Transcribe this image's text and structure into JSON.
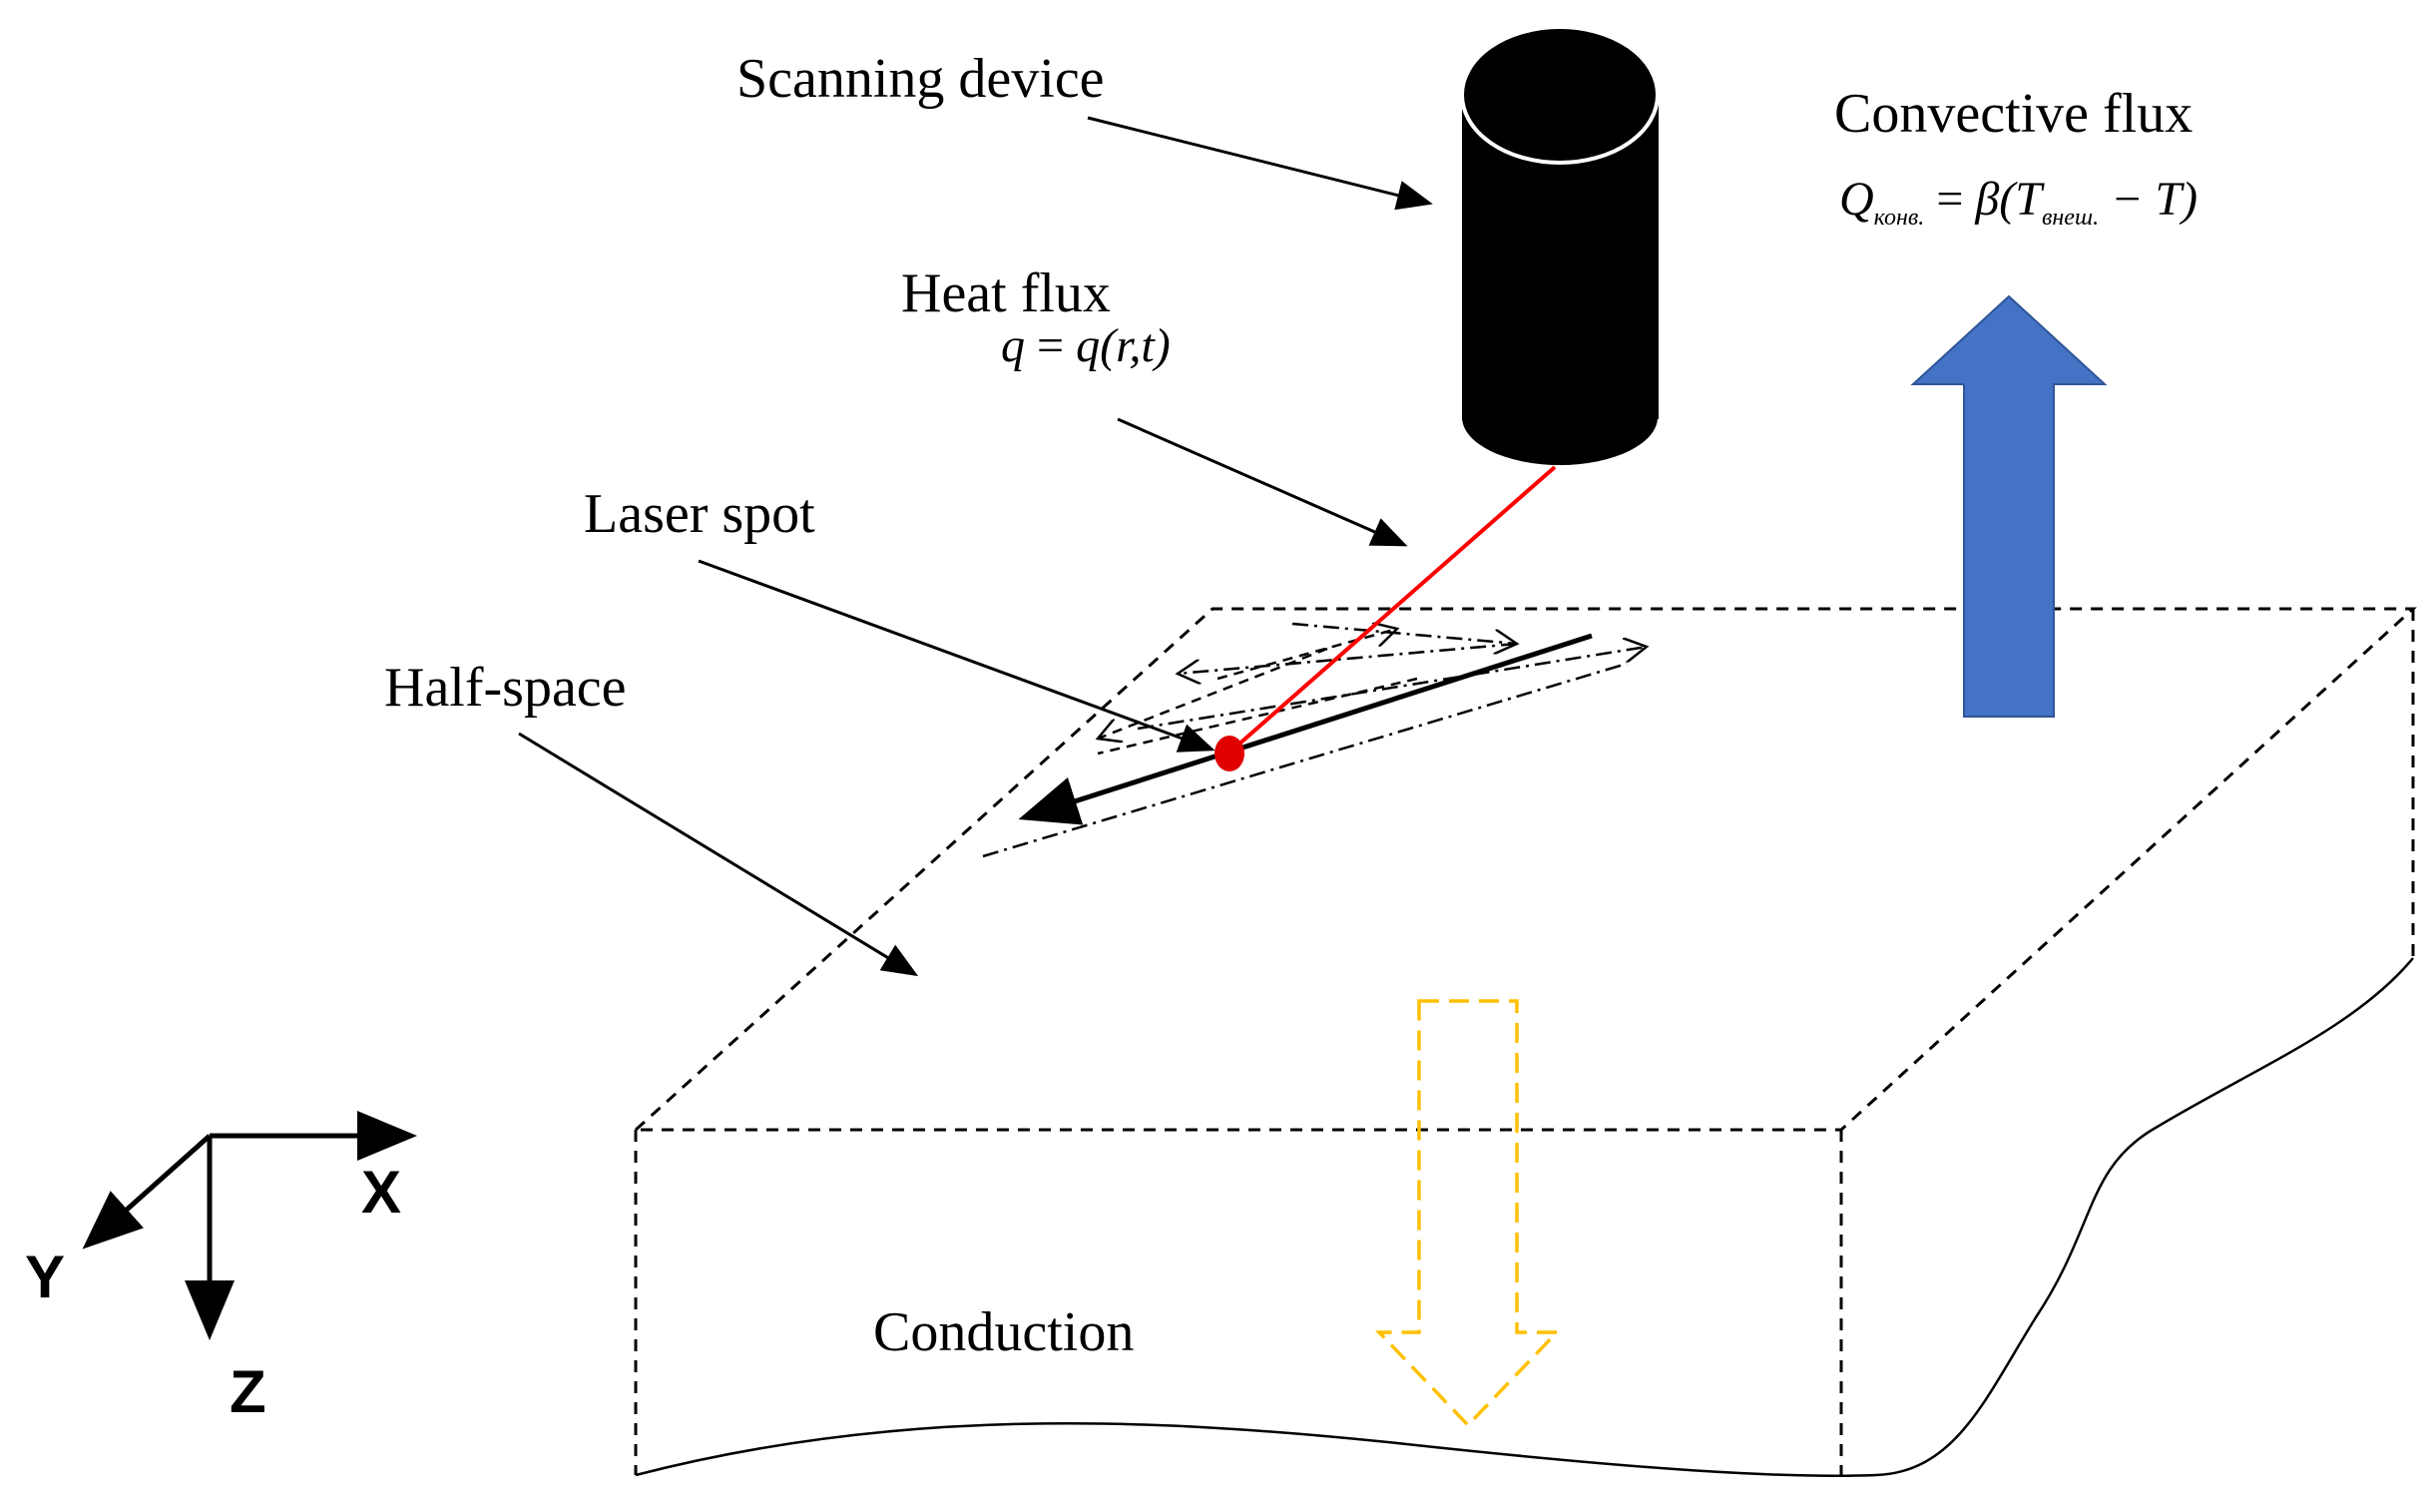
{
  "labels": {
    "scanning_device": "Scanning device",
    "convective_flux": "Convective flux",
    "heat_flux": "Heat flux",
    "laser_spot": "Laser spot",
    "half_space": "Half-space",
    "conduction": "Conduction"
  },
  "equations": {
    "heat_flux": {
      "lhs": "q",
      "eq": " = ",
      "rhs": "q(r,t)"
    },
    "convective": {
      "Q": "Q",
      "Q_sub": "конв.",
      "eq": " = ",
      "beta": "β(T",
      "T_sub": "внеш.",
      "tail": " − T)"
    }
  },
  "axes": {
    "x": "X",
    "y": "Y",
    "z": "Z"
  },
  "colors": {
    "ink": "#000000",
    "laser_beam": "#ff0000",
    "laser_spot": "#e00000",
    "convective_arrow_fill": "#4472c4",
    "convective_arrow_stroke": "#2f5597",
    "conduction_arrow": "#ffc000"
  }
}
